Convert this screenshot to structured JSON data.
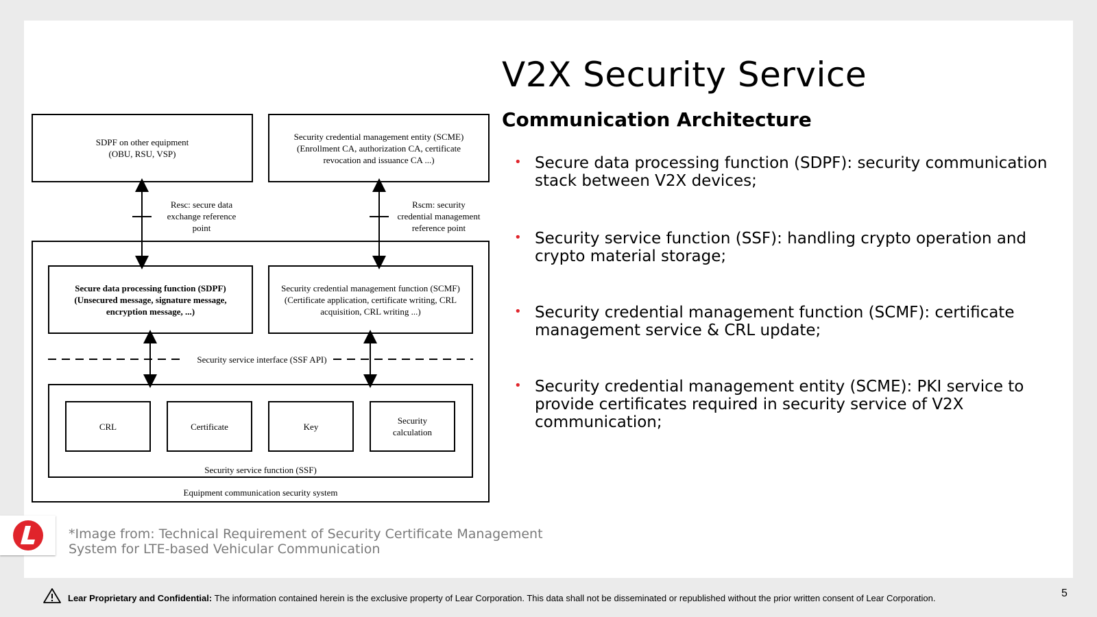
{
  "slide": {
    "title": "V2X Security Service",
    "subtitle": "Communication Architecture",
    "bullets": [
      "Secure data processing function (SDPF): security communication stack between V2X devices;",
      "Security service function (SSF): handling crypto operation and crypto material storage;",
      "Security credential management function (SCMF): certificate management service & CRL update;",
      "Security credential management entity (SCME): PKI service to provide certificates required in security service of V2X communication;"
    ],
    "bullet_marker": "•",
    "accent_color": "#e0242b"
  },
  "diagram": {
    "sdpf_other": "SDPF on other equipment\n(OBU, RSU, VSP)",
    "scme": "Security credential management entity (SCME)\n(Enrollment CA, authorization CA, certificate\nrevocation and issuance CA ...)",
    "resc": "Resc: secure data\nexchange reference\npoint",
    "rscm": "Rscm: security\ncredential management\nreference point",
    "sdpf": "Secure data processing function (SDPF)\n(Unsecured message, signature message,\nencryption message, ...)",
    "scmf": "Security credential management function (SCMF)\n(Certificate application, certificate writing, CRL\nacquisition, CRL writing ...)",
    "ssf_api": "Security service interface (SSF API)",
    "crl": "CRL",
    "certificate": "Certificate",
    "key": "Key",
    "security_calc": "Security\ncalculation",
    "ssf": "Security service function (SSF)",
    "system": "Equipment communication security system"
  },
  "source_note": "*Image from: Technical Requirement of Security Certificate Management\nSystem for LTE-based Vehicular Communication",
  "footer": {
    "label": "Lear Proprietary and Confidential:",
    "text": " The information contained herein is the exclusive property of Lear Corporation. This data shall not be disseminated or republished without the prior written consent of Lear Corporation.",
    "page_number": "5"
  },
  "logo": {
    "icon": "lear-logo-icon",
    "color": "#e0242b"
  }
}
